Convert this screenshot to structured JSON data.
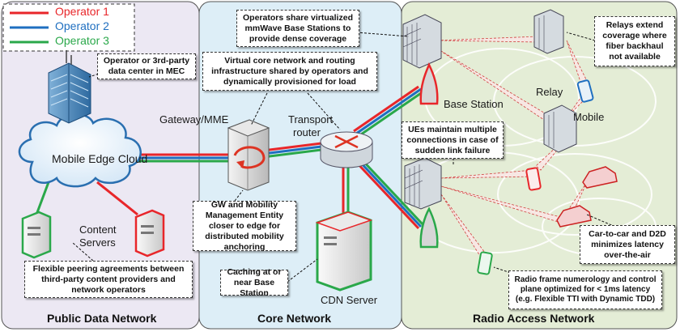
{
  "legend": [
    {
      "label": "Operator 1",
      "color": "#e8262a"
    },
    {
      "label": "Operator 2",
      "color": "#1f6fc0"
    },
    {
      "label": "Operator 3",
      "color": "#2aa84a"
    }
  ],
  "regions": {
    "public": {
      "title": "Public Data Network",
      "fill": "#ece8f3"
    },
    "core": {
      "title": "Core Network",
      "fill": "#ddeef7"
    },
    "ran": {
      "title": "Radio Access Network",
      "fill": "#e4edd6"
    }
  },
  "labels": {
    "mobile_edge_cloud": "Mobile Edge Cloud",
    "content_servers_line1": "Content",
    "content_servers_line2": "Servers",
    "gateway_mme": "Gateway/MME",
    "transport_router_line1": "Transport",
    "transport_router_line2": "router",
    "cdn_server": "CDN Server",
    "base_station": "Base Station",
    "relay": "Relay",
    "mobile": "Mobile"
  },
  "callouts": {
    "data_center": "Operator or 3rd-party data center in MEC",
    "peering": "Flexible peering agreements between third-party content providers and network operators",
    "virtual_core": "Virtual core network and routing infrastructure shared by operators and dynamically provisioned for load",
    "gw_mme": "GW and Mobility Management Entity closer to edge for distributed mobility anchoring",
    "caching": "Caching at or near Base Station",
    "shared_bs": "Operators share virtualized mmWave Base Stations to provide dense coverage",
    "relays": "Relays extend coverage where fiber backhaul not available",
    "ues": "UEs maintain multiple connections in case of sudden link failure",
    "car2car": "Car-to-car and D2D minimizes latency over-the-air",
    "radio_frame": "Radio frame numerology and control plane optimized for < 1ms latency (e.g. Flexible TTI with Dynamic TDD)"
  },
  "icons": {
    "building": "building-icon",
    "cloud": "cloud-icon",
    "server": "server-icon",
    "gateway": "gateway-icon",
    "router": "router-icon",
    "cdn": "cdn-server-icon",
    "antenna": "antenna-panel-icon",
    "phone": "phone-icon",
    "car": "car-icon"
  }
}
